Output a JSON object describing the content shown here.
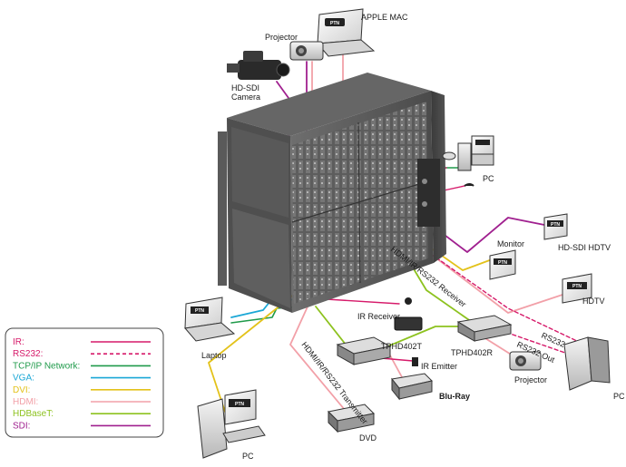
{
  "labels": {
    "apple_mac": "APPLE MAC",
    "projector_top": "Projector",
    "hdsdi_camera_1": "HD-SDI",
    "hdsdi_camera_2": "Camera",
    "pc_right_top": "PC",
    "monitor": "Monitor",
    "hdsdi_hdtv": "HD-SDI HDTV",
    "hdtv": "HDTV",
    "laptop": "Laptop",
    "ir_receiver": "IR Receiver",
    "tphd402t": "TPHD402T",
    "tphd402r": "TPHD402R",
    "ir_emitter": "IR Emitter",
    "blu_ray": "Blu-Ray",
    "projector_bottom": "Projector",
    "rs232_in": "RS232 In",
    "rs232_out": "RS232 Out",
    "pc_right_bottom": "PC",
    "pc_left_bottom": "PC",
    "dvd": "DVD",
    "receiver_cable": "HDMI/IR/RS232 Receiver",
    "transmitter_cable": "HDMI/IR/RS232 Transmitter",
    "ptn_badge": "PTN"
  },
  "legend": {
    "items": [
      {
        "label": "IR:",
        "color": "#d61a6a",
        "dash": "solid"
      },
      {
        "label": "RS232:",
        "color": "#d61a6a",
        "dash": "dashed"
      },
      {
        "label": "TCP/IP Network:",
        "color": "#1f9a4a",
        "dash": "solid"
      },
      {
        "label": "VGA:",
        "color": "#1aa7d6",
        "dash": "solid"
      },
      {
        "label": "DVI:",
        "color": "#e3c21a",
        "dash": "solid"
      },
      {
        "label": "HDMI:",
        "color": "#f2a0a8",
        "dash": "solid"
      },
      {
        "label": "HDBaseT:",
        "color": "#8dc21f",
        "dash": "solid"
      },
      {
        "label": "SDI:",
        "color": "#a0208f",
        "dash": "solid"
      }
    ]
  }
}
